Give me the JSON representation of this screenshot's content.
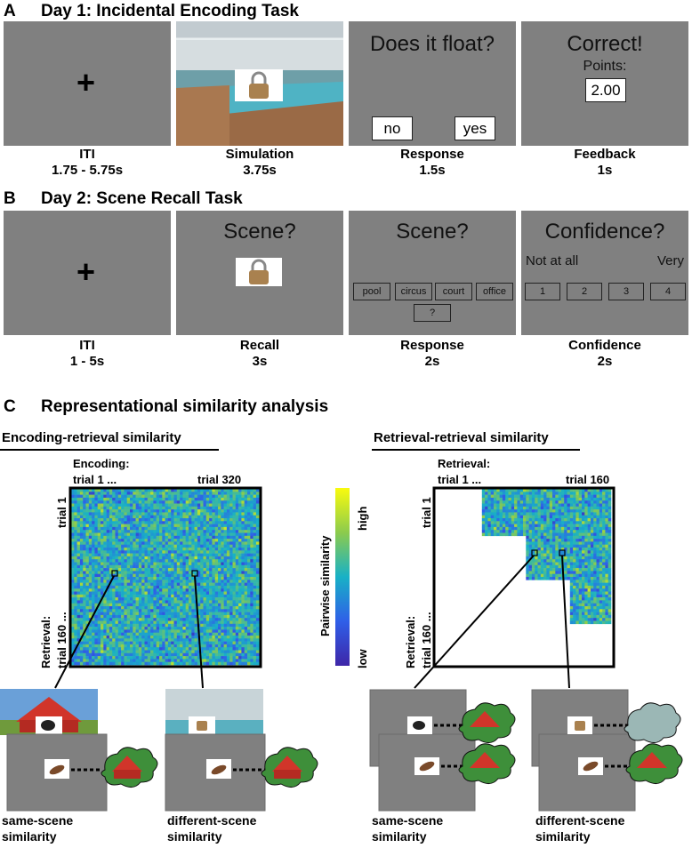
{
  "section_a": {
    "letter": "A",
    "title": "Day 1: Incidental Encoding Task"
  },
  "day1": [
    {
      "name": "ITI",
      "time": "1.75 - 5.75s"
    },
    {
      "name": "Simulation",
      "time": "3.75s"
    },
    {
      "name": "Response",
      "time": "1.5s"
    },
    {
      "name": "Feedback",
      "time": "1s"
    }
  ],
  "response1": {
    "question": "Does it float?",
    "no": "no",
    "yes": "yes"
  },
  "feedback": {
    "text": "Correct!",
    "points_label": "Points:",
    "points": "2.00"
  },
  "fixation": "+",
  "section_b": {
    "letter": "B",
    "title": "Day 2: Scene Recall Task"
  },
  "day2": [
    {
      "name": "ITI",
      "time": "1 - 5s"
    },
    {
      "name": "Recall",
      "time": "3s"
    },
    {
      "name": "Response",
      "time": "2s"
    },
    {
      "name": "Confidence",
      "time": "2s"
    }
  ],
  "recall": {
    "question": "Scene?"
  },
  "scene_response": {
    "question": "Scene?",
    "options": [
      "pool",
      "circus",
      "court",
      "office",
      "?"
    ]
  },
  "confidence": {
    "question": "Confidence?",
    "low": "Not at all",
    "high": "Very",
    "options": [
      "1",
      "2",
      "3",
      "4"
    ]
  },
  "section_c": {
    "letter": "C",
    "title": "Representational similarity analysis"
  },
  "left": {
    "title": "Encoding-retrieval similarity",
    "top_label": "Encoding:",
    "top_start": "trial 1 ...",
    "top_end": "trial 320",
    "side_start": "trial 1",
    "side_label": "Retrieval:",
    "side_end": "trial 160 ...",
    "caption_same": "same-scene similarity",
    "caption_diff": "different-scene similarity"
  },
  "right": {
    "title": "Retrieval-retrieval similarity",
    "top_label": "Retrieval:",
    "top_start": "trial 1 ...",
    "top_end": "trial 160",
    "side_start": "trial 1",
    "side_label": "Retrieval:",
    "side_end": "trial 160 ...",
    "caption_same": "same-scene similarity",
    "caption_diff": "different-scene similarity"
  },
  "colorbar": {
    "title": "Pairwise similarity",
    "high": "high",
    "low": "low"
  },
  "colors": {
    "panel_gray": "#808080",
    "matrix_low": "#3e26a8",
    "matrix_mid": "#21b0b8",
    "matrix_high": "#f9fb0e"
  }
}
